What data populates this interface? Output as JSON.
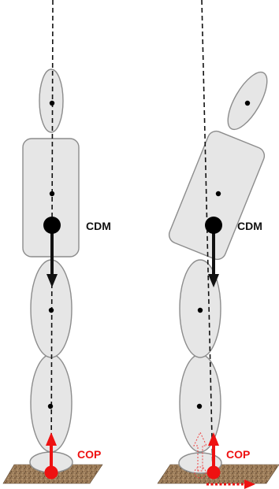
{
  "figure": {
    "left_panel": {
      "com_label": "CDM",
      "cop_label": "COP"
    },
    "right_panel": {
      "com_label": "CDM",
      "cop_label": "COP"
    },
    "colors": {
      "segment_fill": "#e6e6e6",
      "segment_stroke": "#8c8c8c",
      "com_marker": "#000000",
      "weight_arrow": "#111111",
      "cop_arrow": "#ee1111",
      "ground": "#8b6b4a"
    }
  }
}
